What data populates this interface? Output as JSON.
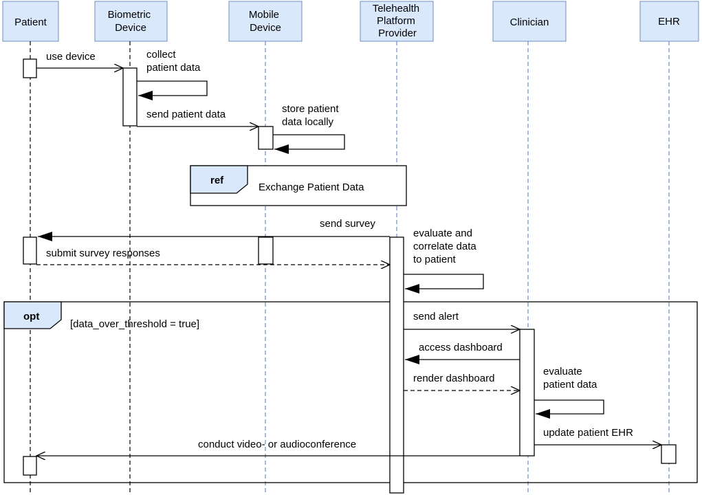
{
  "lifelines": [
    {
      "id": "patient",
      "label": [
        "Patient"
      ]
    },
    {
      "id": "biometric",
      "label": [
        "Biometric",
        "Device"
      ]
    },
    {
      "id": "mobile",
      "label": [
        "Mobile",
        "Device"
      ]
    },
    {
      "id": "telehealth",
      "label": [
        "Telehealth",
        "Platform",
        "Provider"
      ]
    },
    {
      "id": "clinician",
      "label": [
        "Clinician"
      ]
    },
    {
      "id": "ehr",
      "label": [
        "EHR"
      ]
    }
  ],
  "messages": [
    {
      "id": "use-device",
      "label": [
        "use device"
      ]
    },
    {
      "id": "collect-patient-data",
      "label": [
        "collect",
        "patient data"
      ]
    },
    {
      "id": "send-patient-data",
      "label": [
        "send patient data"
      ]
    },
    {
      "id": "store-patient-data-locally",
      "label": [
        "store patient",
        "data locally"
      ]
    },
    {
      "id": "send-survey",
      "label": [
        "send survey"
      ]
    },
    {
      "id": "submit-survey-responses",
      "label": [
        "submit survey responses"
      ]
    },
    {
      "id": "evaluate-and-correlate",
      "label": [
        "evaluate and",
        "correlate data",
        "to patient"
      ]
    },
    {
      "id": "send-alert",
      "label": [
        "send alert"
      ]
    },
    {
      "id": "access-dashboard",
      "label": [
        "access dashboard"
      ]
    },
    {
      "id": "render-dashboard",
      "label": [
        "render dashboard"
      ]
    },
    {
      "id": "evaluate-patient-data",
      "label": [
        "evaluate",
        "patient data"
      ]
    },
    {
      "id": "update-patient-ehr",
      "label": [
        "update patient EHR"
      ]
    },
    {
      "id": "conduct-conference",
      "label": [
        "conduct video- or audioconference"
      ]
    }
  ],
  "ref_frame": {
    "tag": "ref",
    "label": "Exchange Patient Data"
  },
  "opt_frame": {
    "tag": "opt",
    "guard": "[data_over_threshold = true]"
  }
}
